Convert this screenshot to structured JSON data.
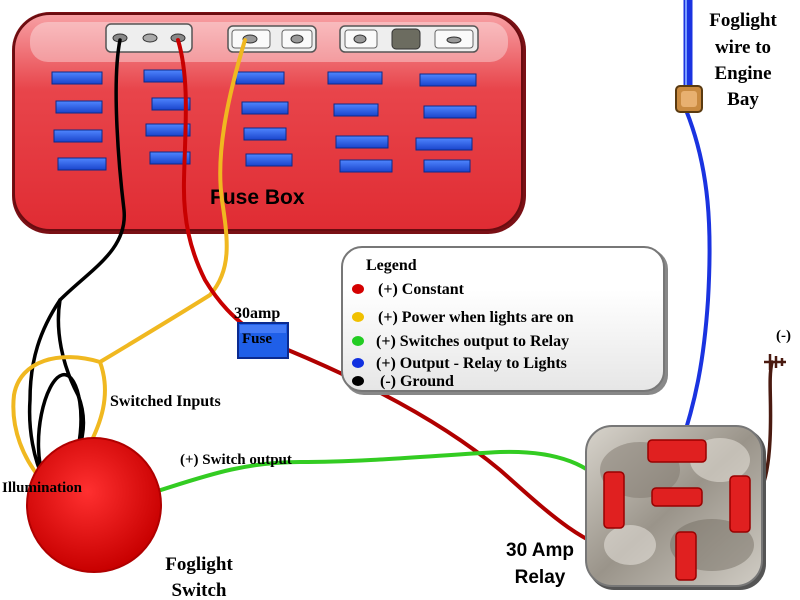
{
  "labels": {
    "fuse_box": "Fuse Box",
    "foglight_wire": [
      "Foglight",
      "wire to",
      "Engine",
      "Bay"
    ],
    "fuse": [
      "30amp",
      "Fuse"
    ],
    "switched_inputs": "Switched Inputs",
    "switch_output": "(+) Switch output",
    "illumination": "Illumination",
    "foglight_switch": [
      "Foglight",
      "Switch"
    ],
    "relay": [
      "30 Amp",
      "Relay"
    ],
    "ground": "(-)"
  },
  "legend": {
    "title": "Legend",
    "items": [
      {
        "color": "#d40000",
        "label": "(+) Constant"
      },
      {
        "color": "#f0c000",
        "label": "(+) Power when lights are on"
      },
      {
        "color": "#22cc22",
        "label": "(+) Switches output to Relay"
      },
      {
        "color": "#1030e0",
        "label": "(+) Output - Relay to Lights"
      },
      {
        "color": "#000000",
        "label": "(-) Ground"
      }
    ]
  },
  "colors": {
    "constant": "#c80000",
    "lights_on": "#f0b820",
    "switch_out": "#33cc22",
    "relay_out": "#1a33e0",
    "ground": "#000000",
    "relay_ground": "#4a1a10",
    "fuse_box_body": "#e83a40",
    "fuse_slot": "#2a60e8",
    "switch_body": "#e00000",
    "fuse_blue": "#1f5fe8",
    "pin_red": "#e02020"
  }
}
